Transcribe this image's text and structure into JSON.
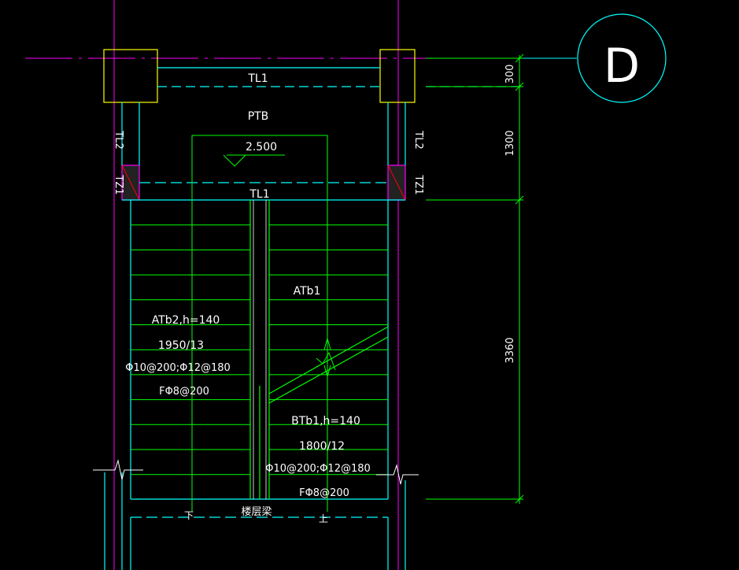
{
  "labels": {
    "grid_axis": "D",
    "beam_top": "TL1",
    "platform_slab": "PTB",
    "elevation": "2.500",
    "beam_mid": "TL1",
    "beam_left": "TL2",
    "beam_right": "TL2",
    "column_left": "TZ1",
    "column_right": "TZ1",
    "flight_right_name": "ATb1",
    "flight_left_name": "ATb2,h=140",
    "flight_left_span": "1950/13",
    "flight_left_rebar": "Φ10@200;Φ12@180",
    "flight_left_dist": "FΦ8@200",
    "flight_b_name": "BTb1,h=140",
    "flight_b_span": "1800/12",
    "flight_b_rebar": "Φ10@200;Φ12@180",
    "flight_b_dist": "FΦ8@200",
    "down_mark": "下",
    "up_mark": "上",
    "floor_beam": "楼层梁"
  },
  "dimensions": [
    "300",
    "1300",
    "3360"
  ],
  "colors": {
    "background": "#000000",
    "text": "#ffffff",
    "cyan": "#00ffff",
    "green": "#00ff00",
    "magenta": "#ff00ff",
    "red": "#ff0000",
    "yellow": "#ffff00",
    "light_green": "#66ff66"
  }
}
